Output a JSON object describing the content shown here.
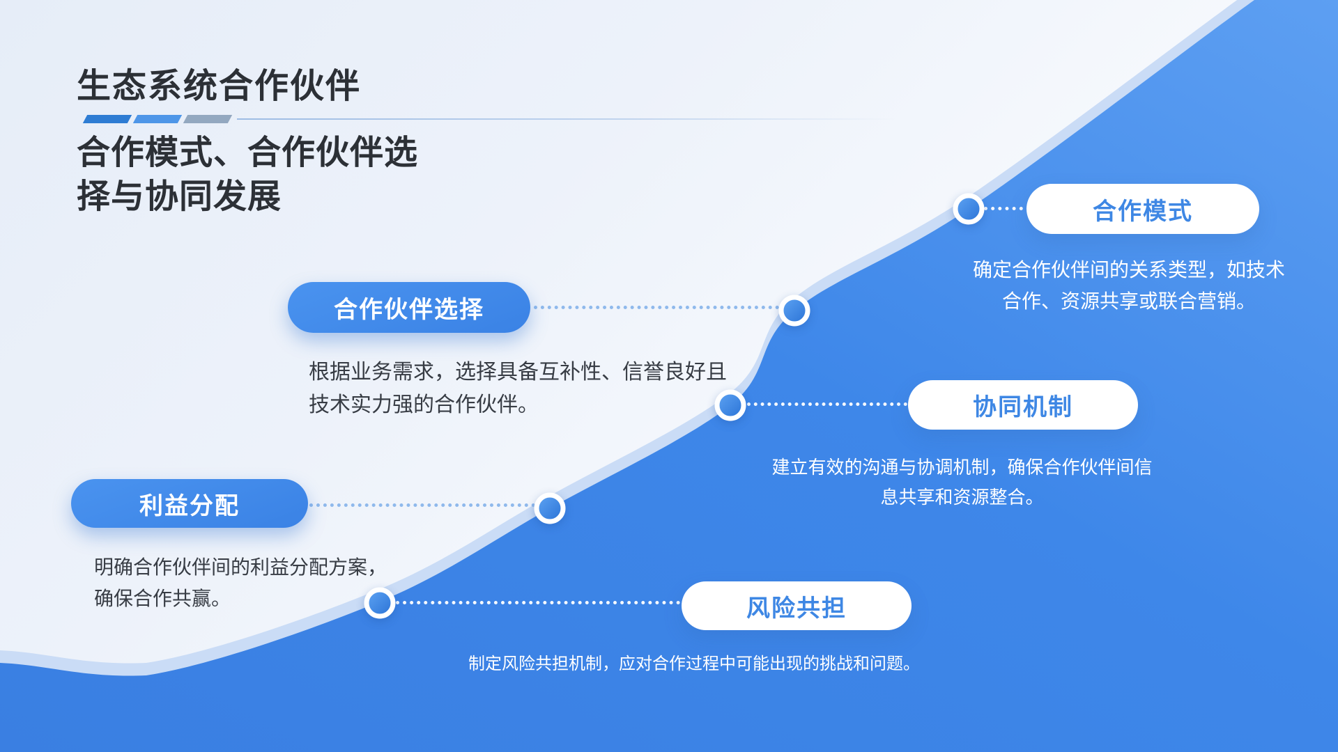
{
  "slide": {
    "title": "生态系统合作伙伴",
    "subtitle": "合作模式、合作伙伴选\n择与协同发展"
  },
  "colors": {
    "accent_blue": "#3e87e8",
    "light_wave_band": "#cadcf6",
    "pill_label_blue": "#3e87e4",
    "text_dark": "#2c3036",
    "dash_dark_blue": "#2e7cd3",
    "dash_mid_blue": "#4e96e8",
    "dash_gray": "#93a8c0"
  },
  "steps": [
    {
      "label": "合作模式",
      "desc": "确定合作伙伴间的关系类型，如技术\n合作、资源共享或联合营销。",
      "pill_style": "white"
    },
    {
      "label": "合作伙伴选择",
      "desc": "根据业务需求，选择具备互补性、信誉良好且\n技术实力强的合作伙伴。",
      "pill_style": "blue"
    },
    {
      "label": "协同机制",
      "desc": "建立有效的沟通与协调机制，确保合作伙伴间信\n息共享和资源整合。",
      "pill_style": "white"
    },
    {
      "label": "利益分配",
      "desc": "明确合作伙伴间的利益分配方案，\n确保合作共赢。",
      "pill_style": "blue"
    },
    {
      "label": "风险共担",
      "desc": "制定风险共担机制，应对合作过程中可能出现的挑战和问题。",
      "pill_style": "white"
    }
  ]
}
